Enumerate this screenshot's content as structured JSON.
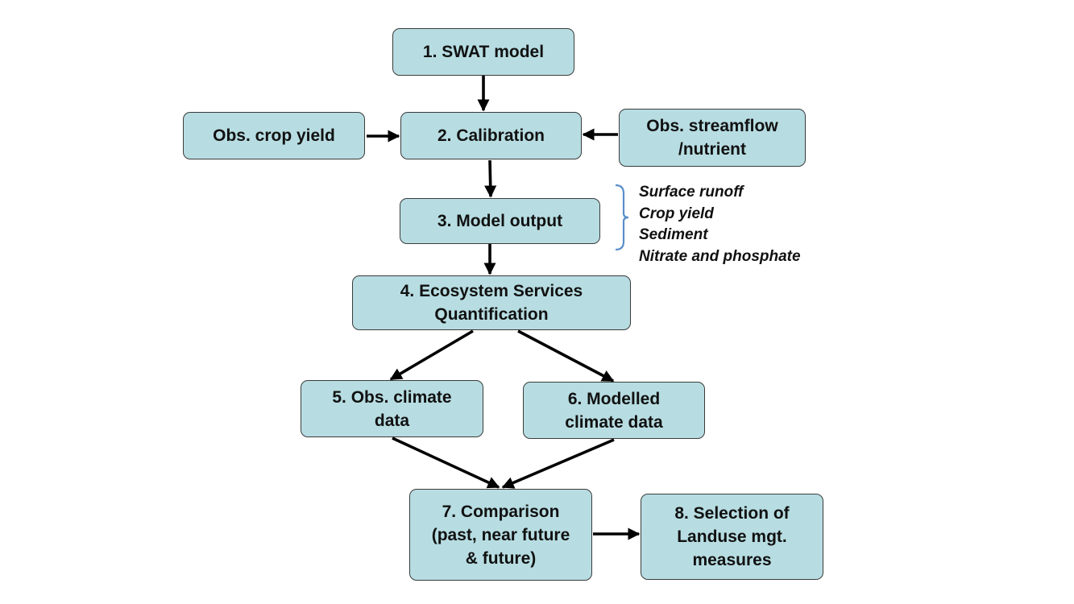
{
  "nodes": {
    "swat": {
      "lines": [
        "1. SWAT model"
      ]
    },
    "obs_crop": {
      "lines": [
        "Obs. crop yield"
      ]
    },
    "calibration": {
      "lines": [
        "2. Calibration"
      ]
    },
    "obs_stream": {
      "lines": [
        "Obs. streamflow",
        "/nutrient"
      ]
    },
    "model_output": {
      "lines": [
        "3. Model output"
      ]
    },
    "ecosystem": {
      "lines": [
        "4. Ecosystem Services",
        "Quantification"
      ]
    },
    "obs_climate": {
      "lines": [
        "5. Obs. climate",
        "data"
      ]
    },
    "modelled_climate": {
      "lines": [
        "6. Modelled",
        "climate data"
      ]
    },
    "comparison": {
      "lines": [
        "7. Comparison",
        "(past, near future",
        "& future)"
      ]
    },
    "selection": {
      "lines": [
        "8. Selection of",
        "Landuse mgt.",
        "measures"
      ]
    }
  },
  "model_outputs": [
    "Surface runoff",
    "Crop yield",
    "Sediment",
    "Nitrate and phosphate"
  ],
  "colors": {
    "box_fill": "#b7dde2",
    "box_border": "#3b3b3b",
    "arrow": "#000000",
    "bracket": "#5b8fc9"
  }
}
